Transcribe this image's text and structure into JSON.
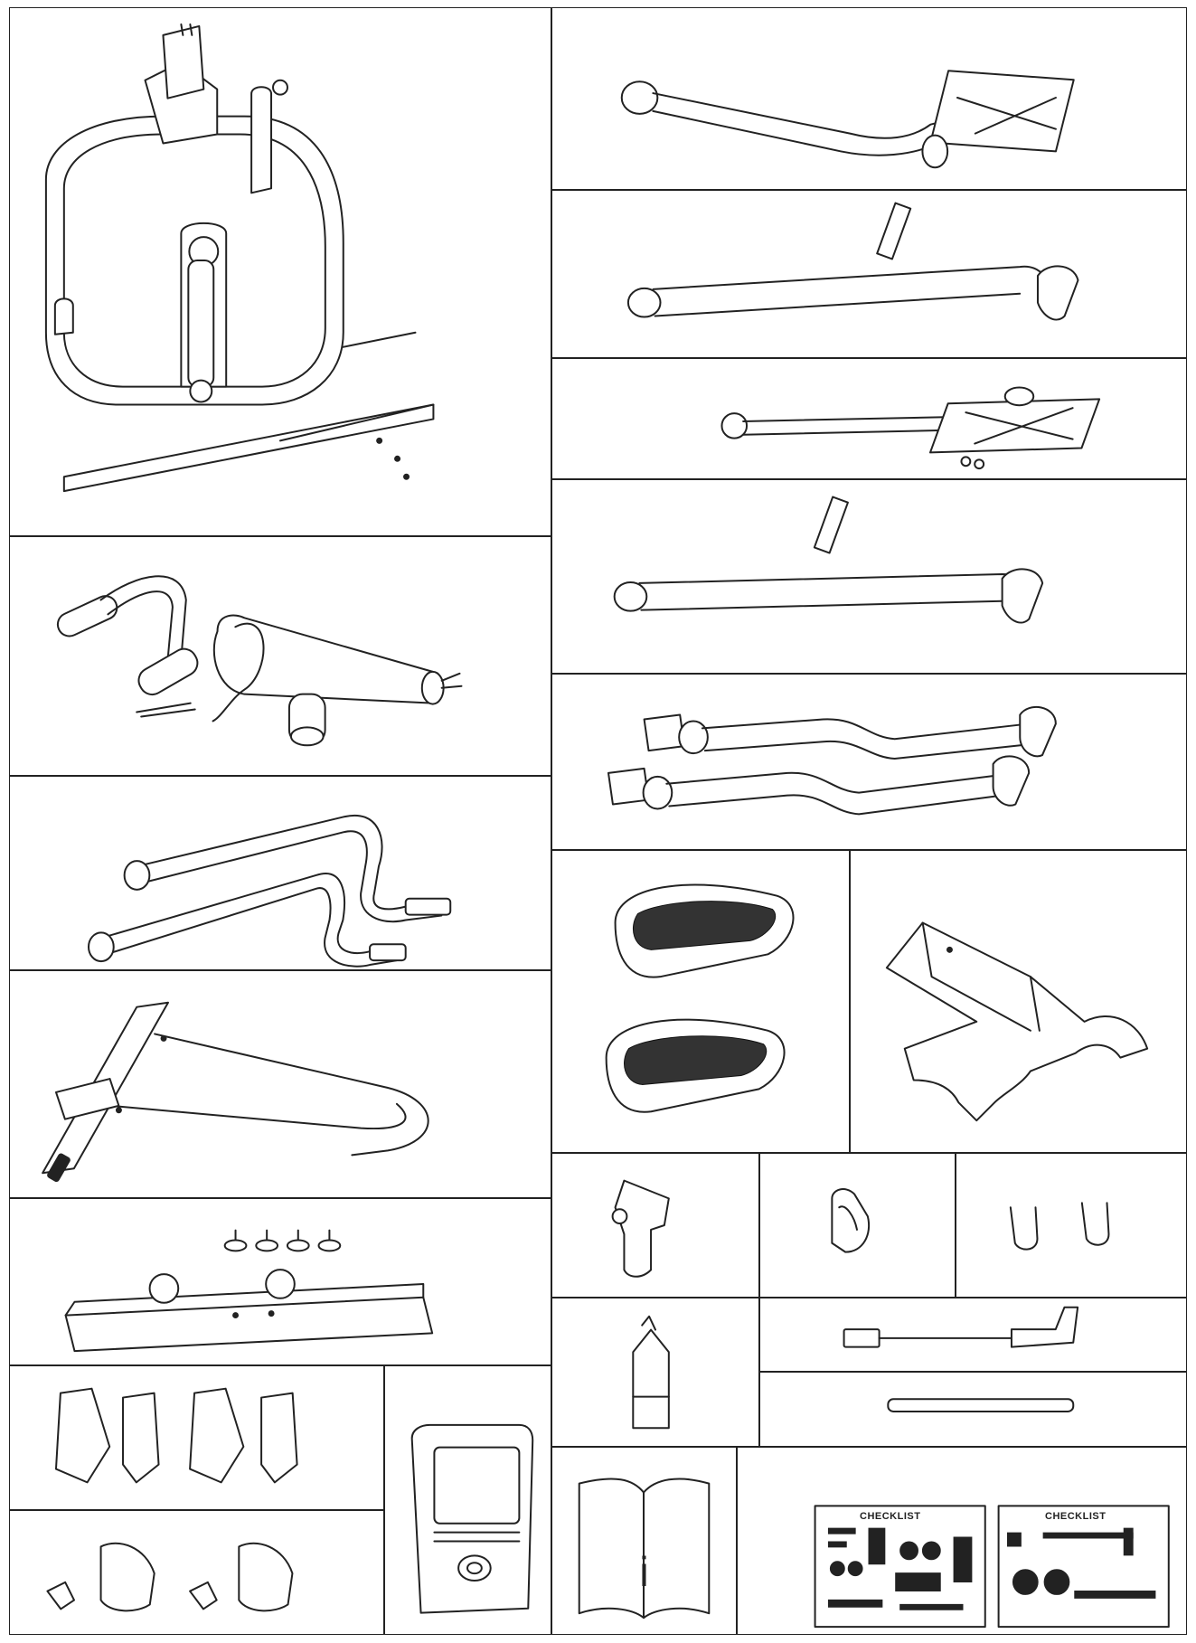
{
  "page": {
    "title": ""
  },
  "manual": {
    "glyph": "i"
  },
  "sheets": [
    {
      "title": "CHECKLIST"
    },
    {
      "title": "CHECKLIST"
    }
  ],
  "parts": [
    {
      "name": "main-frame-flywheel-housing"
    },
    {
      "name": "right-pedal-arm"
    },
    {
      "name": "right-swing-link"
    },
    {
      "name": "left-pedal-arm"
    },
    {
      "name": "left-swing-link"
    },
    {
      "name": "console-mast"
    },
    {
      "name": "lower-handlebar-pair"
    },
    {
      "name": "pedal-covers"
    },
    {
      "name": "front-stabilizer"
    },
    {
      "name": "rear-stabilizer"
    },
    {
      "name": "mast-cover"
    },
    {
      "name": "arm-covers"
    },
    {
      "name": "pivot-bracket"
    },
    {
      "name": "wheel-cap"
    },
    {
      "name": "u-clips"
    },
    {
      "name": "lower-covers"
    },
    {
      "name": "console"
    },
    {
      "name": "oil-bottle"
    },
    {
      "name": "power-cord"
    },
    {
      "name": "axle-rod"
    },
    {
      "name": "instruction-manual"
    },
    {
      "name": "hardware-checklist-sheets"
    }
  ]
}
